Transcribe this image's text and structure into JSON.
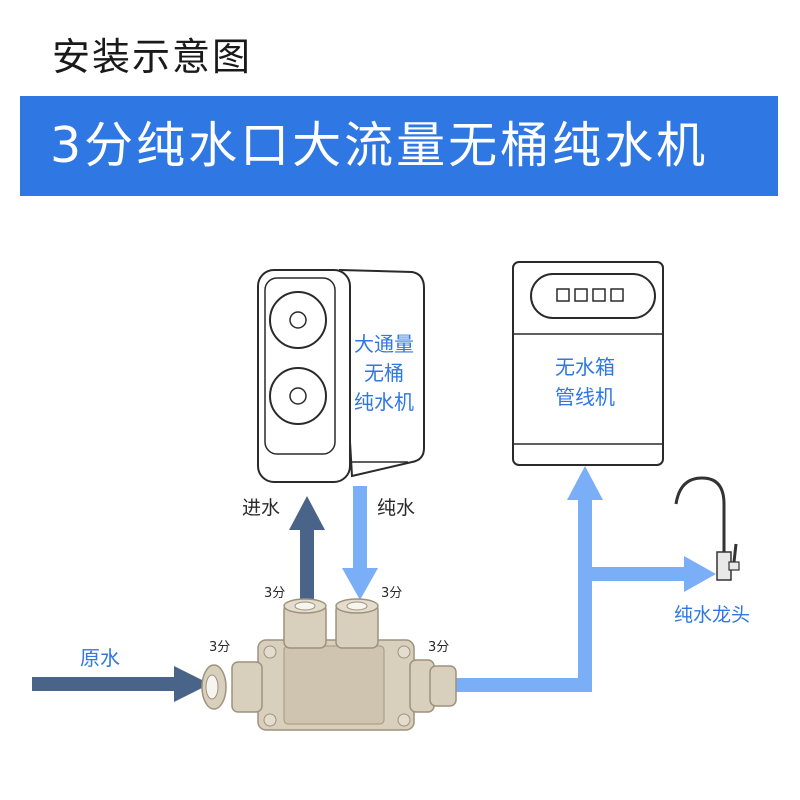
{
  "header": {
    "title": "安装示意图"
  },
  "banner": {
    "title": "3分纯水口大流量无桶纯水机",
    "color": "#2f77e3"
  },
  "devices": {
    "ro_machine": {
      "lines": [
        "大通量",
        "无桶",
        "纯水机"
      ]
    },
    "tankless_machine": {
      "lines": [
        "无水箱",
        "管线机"
      ]
    },
    "faucet": {
      "label": "纯水龙头"
    }
  },
  "flows": {
    "raw_water": "原水",
    "inlet": "进水",
    "pure_water": "纯水"
  },
  "port_sizes": {
    "left": "3分",
    "inlet": "3分",
    "outlet": "3分",
    "right": "3分"
  },
  "colors": {
    "raw_water_pipe": "#4a6489",
    "pure_water_pipe": "#7aaff7",
    "label_text": "#2f77e3"
  }
}
